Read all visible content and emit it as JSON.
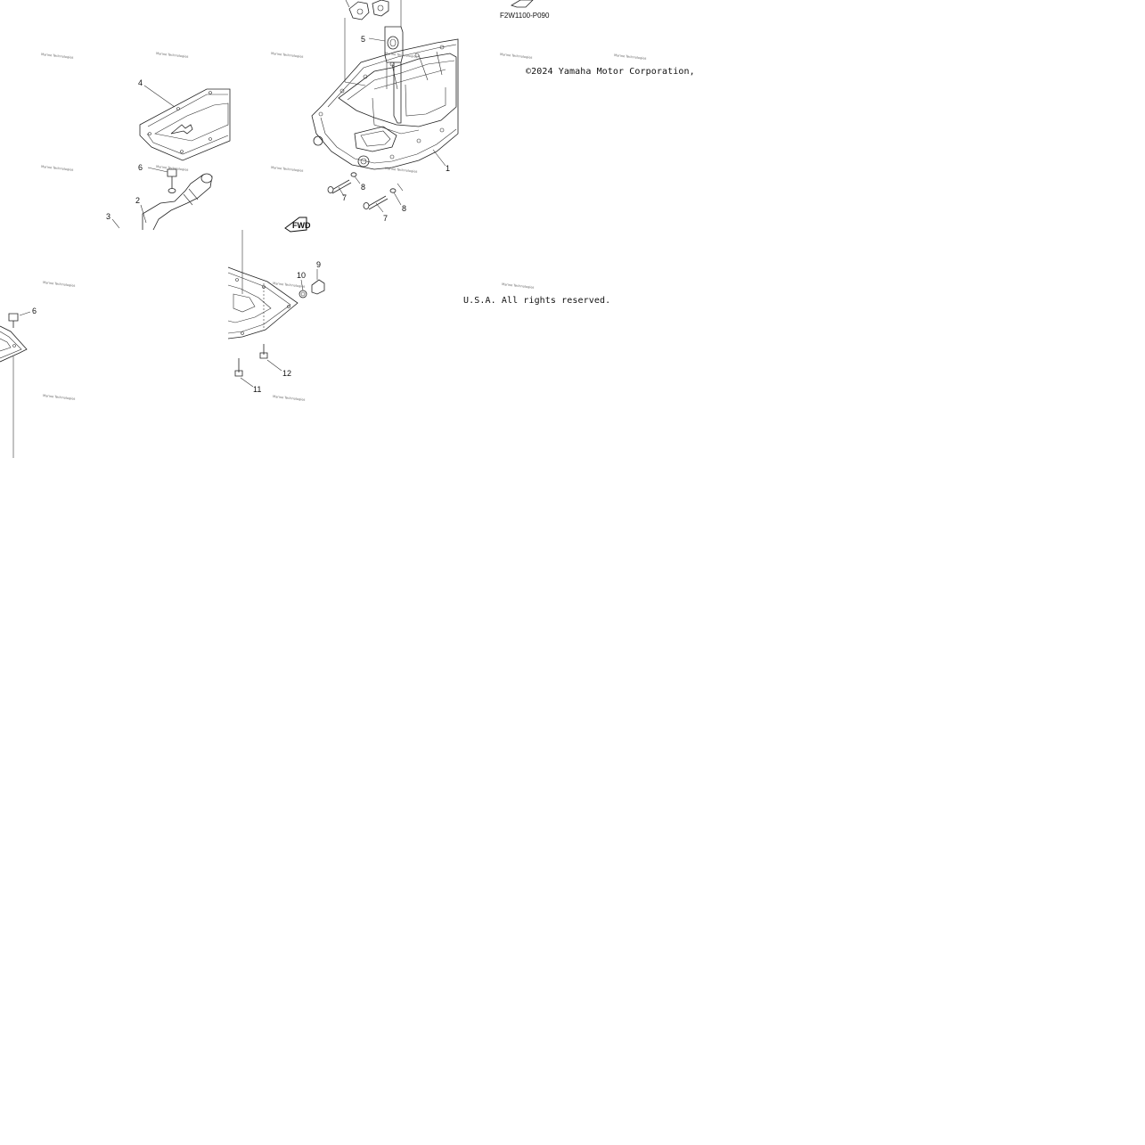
{
  "drawing_code": "F2W1100-P090",
  "copyright": {
    "line1": "©2024 Yamaha Motor Corporation,",
    "line2": "U.S.A. All rights reserved."
  },
  "fwd_mark": "FWD",
  "watermark_text": "Marine Technologies",
  "callouts": {
    "c1": "1",
    "c2": "2",
    "c3": "3",
    "c4": "4",
    "c5": "5",
    "c6a": "6",
    "c6b": "6",
    "c7a": "7",
    "c7b": "7",
    "c8a": "8",
    "c8b": "8",
    "c9": "9",
    "c10": "10",
    "c11": "11",
    "c12": "12"
  }
}
